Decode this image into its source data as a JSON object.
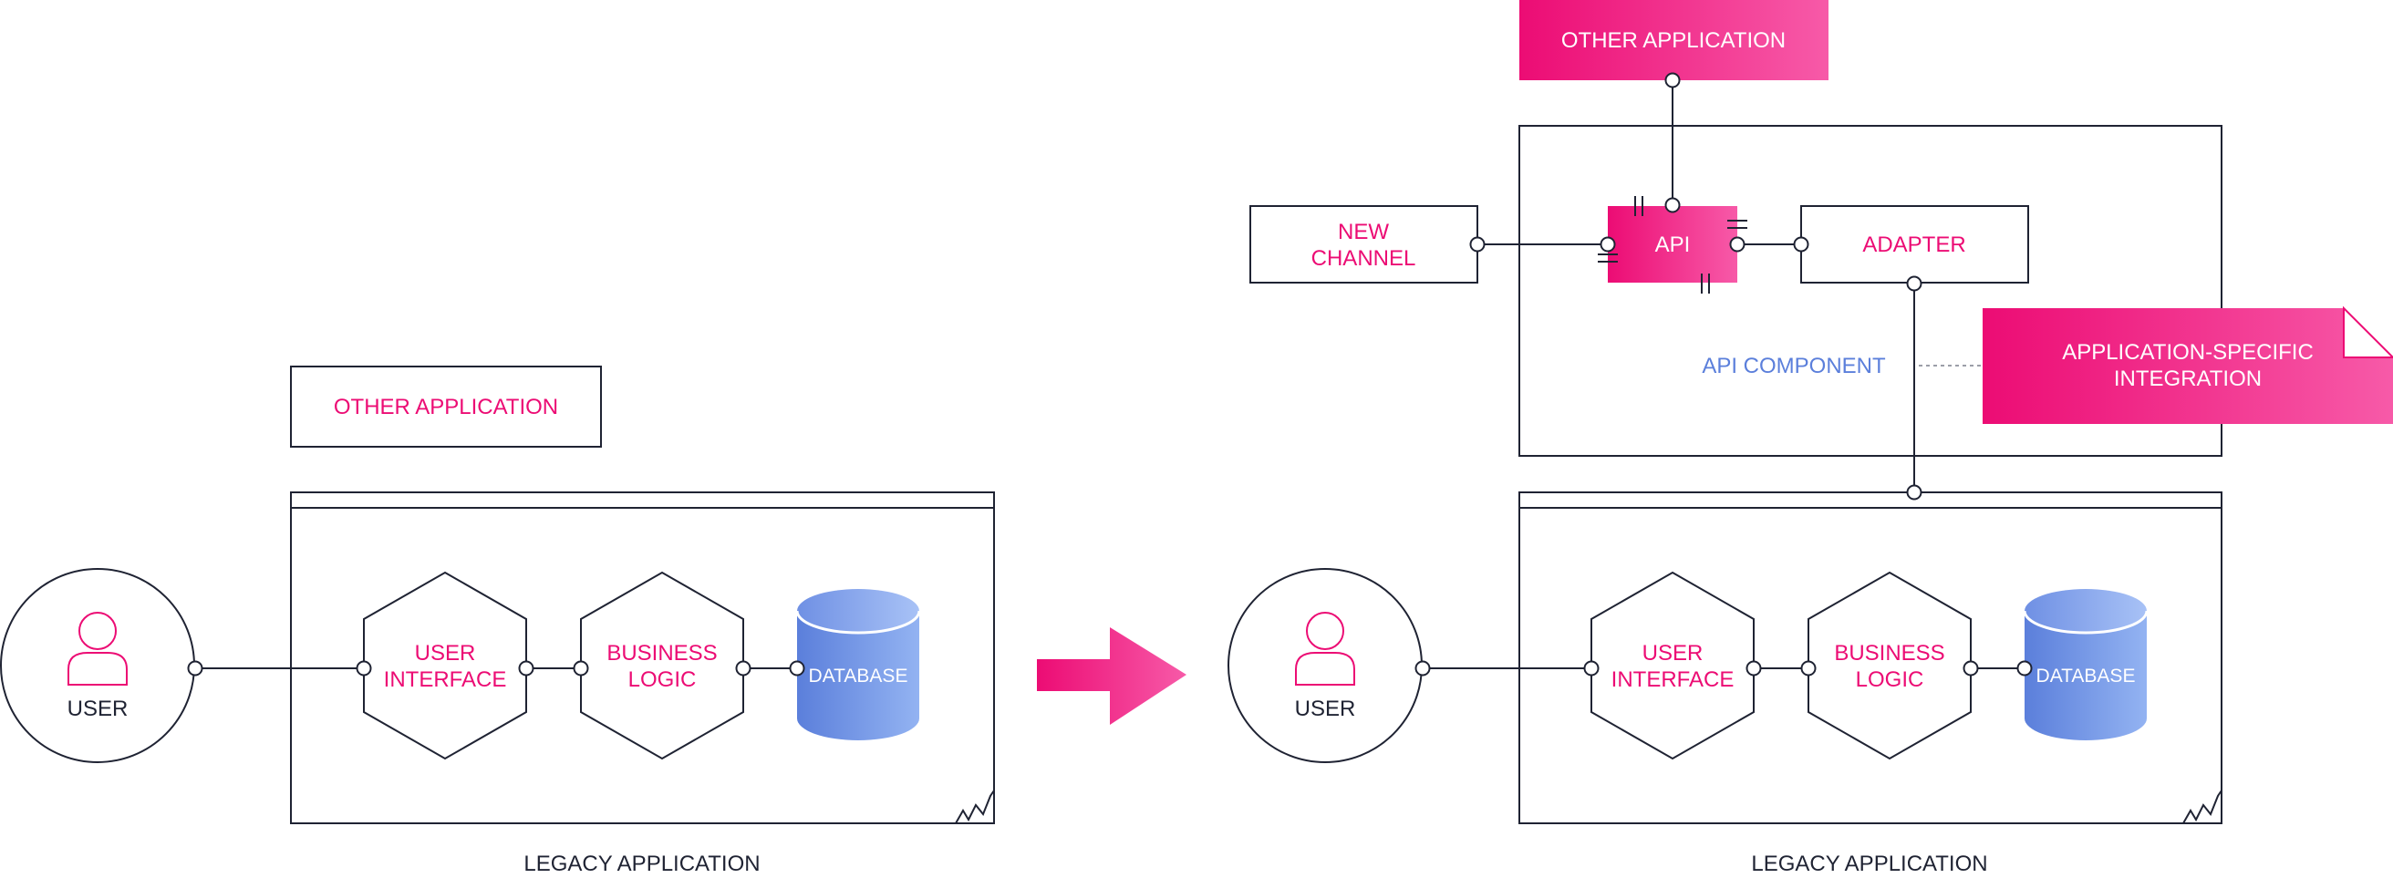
{
  "colors": {
    "accent": "#ec0c74",
    "accent_light": "#f75aa8",
    "stroke": "#1f2333",
    "blue": "#5b7fdb",
    "blue_light": "#8fb0f0",
    "text_dark": "#1f2333"
  },
  "left": {
    "other_application": "OTHER APPLICATION",
    "user": "USER",
    "user_icon": "user-icon",
    "ui_line1": "USER",
    "ui_line2": "INTERFACE",
    "bl_line1": "BUSINESS",
    "bl_line2": "LOGIC",
    "database": "DATABASE",
    "legacy_caption": "LEGACY APPLICATION"
  },
  "right": {
    "other_application": "OTHER APPLICATION",
    "new_channel_line1": "NEW",
    "new_channel_line2": "CHANNEL",
    "api": "API",
    "adapter": "ADAPTER",
    "api_component": "API COMPONENT",
    "note_line1": "APPLICATION-SPECIFIC",
    "note_line2": "INTEGRATION",
    "user": "USER",
    "user_icon": "user-icon",
    "ui_line1": "USER",
    "ui_line2": "INTERFACE",
    "bl_line1": "BUSINESS",
    "bl_line2": "LOGIC",
    "database": "DATABASE",
    "legacy_caption": "LEGACY APPLICATION"
  },
  "transition_arrow_icon": "arrow-right-icon"
}
